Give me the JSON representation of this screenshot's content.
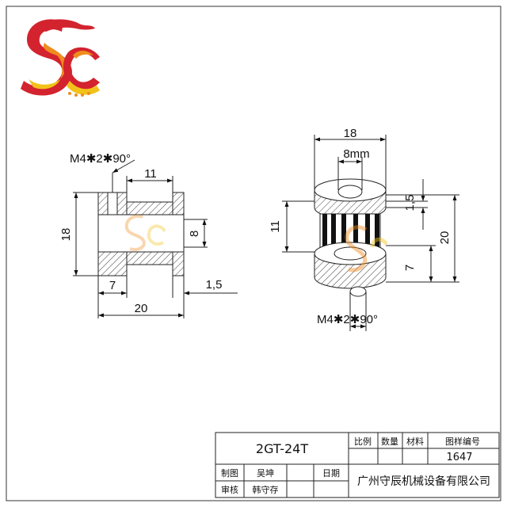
{
  "logo": {
    "letters": "SC",
    "colors": {
      "red": "#d3232e",
      "orange": "#f08c1e",
      "yellow": "#f2c21b"
    }
  },
  "left_view": {
    "callout": "M4✱2✱90°",
    "dim_hub_width": "11",
    "dim_height": "18",
    "dim_bore": "8",
    "dim_flange_width": "7",
    "dim_total_width": "20",
    "dim_flange_thickness": "1,5"
  },
  "right_view": {
    "dim_outer_diameter": "18",
    "dim_bore": "8mm",
    "dim_flange_thickness": "1,5",
    "dim_teeth_height": "11",
    "dim_total_height": "20",
    "dim_hub_height": "7",
    "callout": "M4✱2✱90°"
  },
  "title_block": {
    "part_name": "2GT-24T",
    "col_scale": "比例",
    "col_quantity": "数量",
    "col_material": "材料",
    "col_drawing_no": "图样编号",
    "drawing_no": "1647",
    "label_drawn": "制图",
    "drawn_by": "吴坤",
    "label_date": "日期",
    "label_checked": "审核",
    "checked_by": "韩守存",
    "company": "广州守辰机械设备有限公司"
  },
  "colors": {
    "line": "#222222",
    "hatch": "#444444",
    "tooth_black": "#111111"
  }
}
